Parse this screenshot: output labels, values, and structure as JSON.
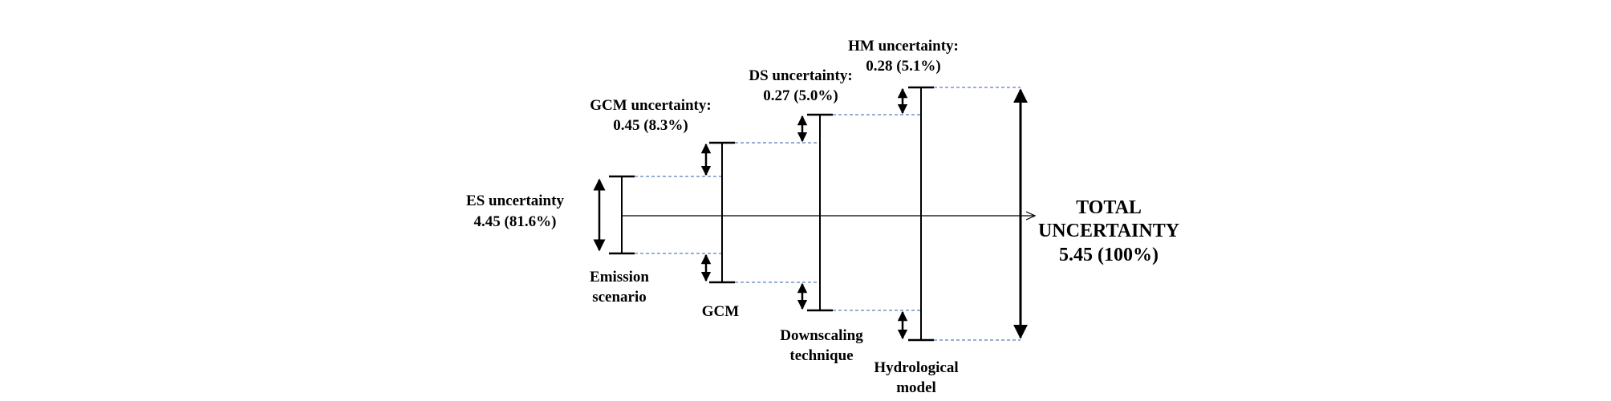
{
  "diagram": {
    "total_label_line1": "TOTAL",
    "total_label_line2": "UNCERTAINTY",
    "total_value": "5.45 (100%)",
    "stages": [
      {
        "uncertainty_label": "ES uncertainty",
        "uncertainty_value": "4.45 (81.6%)",
        "name_line1": "Emission",
        "name_line2": "scenario"
      },
      {
        "uncertainty_label": "GCM uncertainty:",
        "uncertainty_value": "0.45 (8.3%)",
        "name_line1": "GCM",
        "name_line2": ""
      },
      {
        "uncertainty_label": "DS uncertainty:",
        "uncertainty_value": "0.27 (5.0%)",
        "name_line1": "Downscaling",
        "name_line2": "technique"
      },
      {
        "uncertainty_label": "HM uncertainty:",
        "uncertainty_value": "0.28 (5.1%)",
        "name_line1": "Hydrological",
        "name_line2": "model"
      }
    ]
  }
}
